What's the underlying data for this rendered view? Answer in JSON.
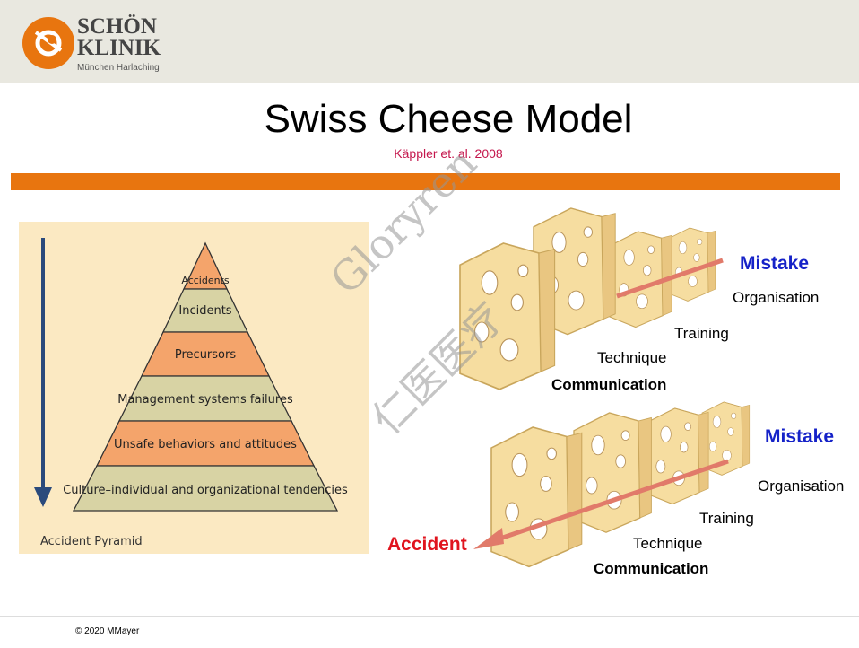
{
  "logo": {
    "line1": "SCHÖN",
    "line2": "KLINIK",
    "line3": "München Harlaching",
    "accent": "#e8750f"
  },
  "title": "Swiss Cheese Model",
  "subtitle": "Käppler et. al. 2008",
  "pyramid": {
    "levels": [
      "Accidents",
      "Incidents",
      "Precursors",
      "Management systems failures",
      "Unsafe behaviors and attitudes",
      "Culture–individual and organizational tendencies"
    ],
    "caption": "Accident Pyramid"
  },
  "top_model": {
    "mistake": "Mistake",
    "layers": [
      "Organisation",
      "Training",
      "Technique",
      "Communication"
    ]
  },
  "bottom_model": {
    "mistake": "Mistake",
    "layers": [
      "Organisation",
      "Training",
      "Technique",
      "Communication"
    ],
    "accident": "Accident"
  },
  "watermark": {
    "latin": "Gloryren",
    "chinese": "仁医医疗"
  },
  "footer": "© 2020 MMayer"
}
